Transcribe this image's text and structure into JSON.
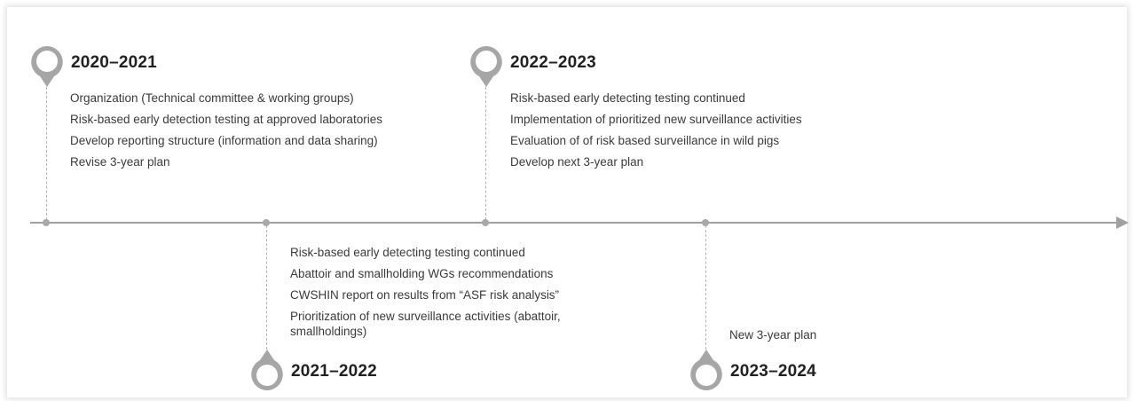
{
  "milestones": [
    {
      "title": "2020–2021",
      "items": [
        "Organization (Technical committee & working groups)",
        "Risk-based early detection testing at approved laboratories",
        "Develop reporting structure (information and data sharing)",
        "Revise 3-year plan"
      ]
    },
    {
      "title": "2021–2022",
      "items": [
        "Risk-based early detecting testing continued",
        "Abattoir and smallholding WGs recommendations",
        "CWSHIN report on results from “ASF risk analysis”",
        "Prioritization of new surveillance activities (abattoir, smallholdings)"
      ]
    },
    {
      "title": "2022–2023",
      "items": [
        "Risk-based early detecting testing continued",
        "Implementation of prioritized new surveillance activities",
        "Evaluation of of risk based surveillance in wild pigs",
        "Develop next 3-year plan"
      ]
    },
    {
      "title": "2023–2024",
      "items": [
        "New 3-year plan"
      ]
    }
  ],
  "colors": {
    "pin": "#a6a6a6",
    "line": "#a0a0a0",
    "title": "#222222",
    "text": "#3a3a3a"
  },
  "icons": {
    "pin_down": "map-pin-down-icon",
    "pin_up": "map-pin-up-icon"
  }
}
